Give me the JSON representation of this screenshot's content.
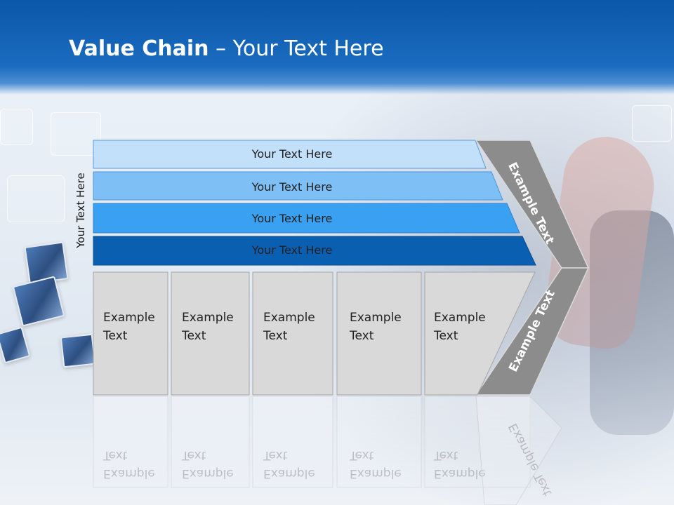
{
  "title": {
    "bold": "Value Chain",
    "rest": " – Your Text Here"
  },
  "side_label": "Your Text Here",
  "bars": [
    {
      "label": "Your Text Here",
      "color": "#c3e0fb"
    },
    {
      "label": "Your Text Here",
      "color": "#7ec0f6"
    },
    {
      "label": "Your Text Here",
      "color": "#3aa0f2"
    },
    {
      "label": "Your Text Here",
      "color": "#0b5fb1"
    }
  ],
  "chevron": {
    "top_label": "Example Text",
    "bottom_label": "Example Text",
    "color": "#8c8c8c"
  },
  "boxes": [
    {
      "line1": "Example",
      "line2": "Text"
    },
    {
      "line1": "Example",
      "line2": "Text"
    },
    {
      "line1": "Example",
      "line2": "Text"
    },
    {
      "line1": "Example",
      "line2": "Text"
    },
    {
      "line1": "Example",
      "line2": "Text"
    }
  ],
  "colors": {
    "header": "#0b56a8",
    "box_fill": "#d9d9d9",
    "box_border": "#a6a6a6"
  }
}
